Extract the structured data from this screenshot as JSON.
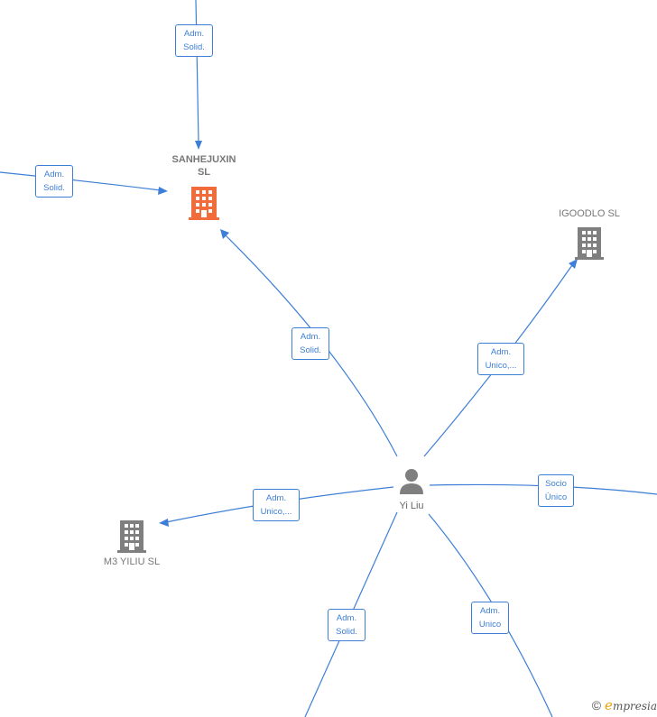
{
  "nodes": {
    "sanhejuxin": {
      "name_line1": "SANHEJUXIN",
      "name_line2": "SL",
      "highlighted": true,
      "icon": "building-icon",
      "color": "#f26b3a"
    },
    "igoodlo": {
      "name": "IGOODLO SL",
      "icon": "building-icon",
      "color": "#7f7f7f"
    },
    "m3yiliu": {
      "name": "M3 YILIU SL",
      "icon": "building-icon",
      "color": "#7f7f7f"
    },
    "yiliu": {
      "name": "Yi Liu",
      "icon": "person-icon",
      "color": "#7f7f7f"
    }
  },
  "edges": {
    "top_to_sanhejuxin": {
      "line1": "Adm.",
      "line2": "Solid."
    },
    "left_to_sanhejuxin": {
      "line1": "Adm.",
      "line2": "Solid."
    },
    "yiliu_to_sanhejuxin": {
      "line1": "Adm.",
      "line2": "Solid."
    },
    "yiliu_to_igoodlo": {
      "line1": "Adm.",
      "line2": "Unico,..."
    },
    "yiliu_to_m3yiliu": {
      "line1": "Adm.",
      "line2": "Unico,..."
    },
    "yiliu_to_right": {
      "line1": "Socio",
      "line2": "Único"
    },
    "yiliu_to_bottom_left": {
      "line1": "Adm.",
      "line2": "Solid."
    },
    "yiliu_to_bottom_right": {
      "line1": "Adm.",
      "line2": "Unico"
    }
  },
  "colors": {
    "edge": "#3d7fd6",
    "highlight": "#f26b3a",
    "neutral": "#7f7f7f"
  },
  "branding": {
    "copyright": "©",
    "logo_initial": "e",
    "logo_rest": "mpresia"
  }
}
